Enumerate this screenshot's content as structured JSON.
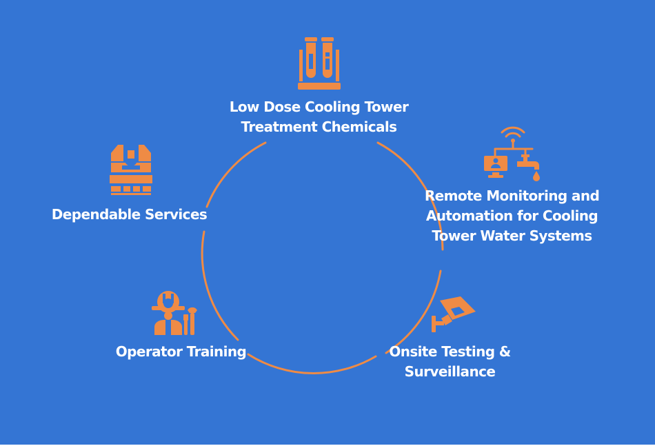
{
  "colors": {
    "background": "#3475d4",
    "accent": "#ef8b45",
    "text": "#ffffff"
  },
  "nodes": [
    {
      "id": "chemicals",
      "icon": "test-tubes-icon",
      "lines": [
        "Low Dose Cooling Tower",
        "Treatment Chemicals"
      ]
    },
    {
      "id": "monitoring",
      "icon": "remote-monitoring-icon",
      "lines": [
        "Remote Monitoring and",
        "Automation for Cooling",
        "Tower Water Systems"
      ]
    },
    {
      "id": "testing",
      "icon": "surveillance-camera-icon",
      "lines": [
        "Onsite Testing &",
        "Surveillance"
      ]
    },
    {
      "id": "training",
      "icon": "operator-worker-icon",
      "lines": [
        "Operator Training"
      ]
    },
    {
      "id": "services",
      "icon": "service-vest-icon",
      "lines": [
        "Dependable Services"
      ]
    }
  ]
}
